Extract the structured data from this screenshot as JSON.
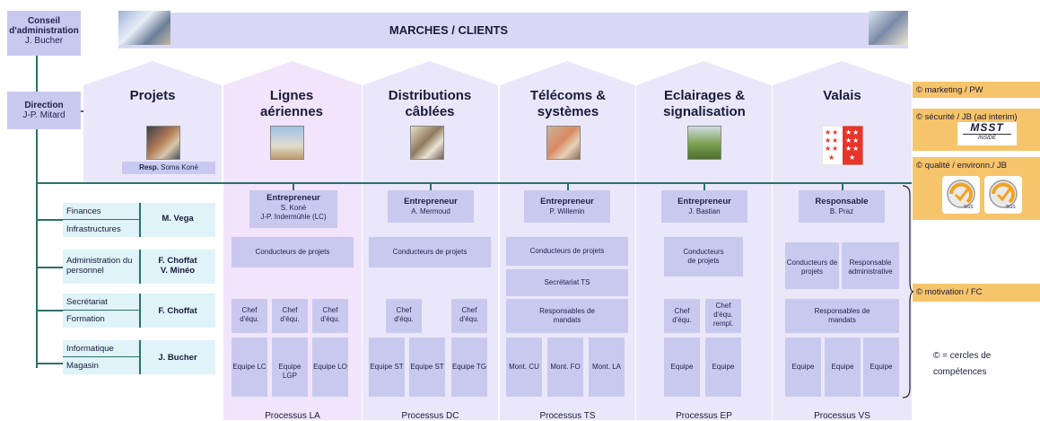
{
  "top": {
    "conseil_title": "Conseil d'administration",
    "conseil_name": "J. Bucher",
    "banner": "MARCHES / CLIENTS"
  },
  "direction": {
    "title": "Direction",
    "name": "J-P. Mitard"
  },
  "columns": [
    {
      "title": "Projets",
      "resp_bold": "Resp.",
      "resp_name": "Soma Koné"
    },
    {
      "title": "Lignes aériennes",
      "head_title": "Entrepreneur",
      "head_sub": "S. Koné\nJ-P. Indermühle (LC)",
      "conducteurs": "Conducteurs de projets",
      "chefs": [
        "Chef d'équ.",
        "Chef d'équ.",
        "Chef d'équ."
      ],
      "equipes": [
        "Equipe LC",
        "Equipe LGP",
        "Equipe LO"
      ],
      "process": "Processus LA"
    },
    {
      "title": "Distributions câblées",
      "head_title": "Entrepreneur",
      "head_sub": "A. Mermoud",
      "conducteurs": "Conducteurs de projets",
      "chefs": [
        "Chef d'équ.",
        "Chef d'équ."
      ],
      "equipes": [
        "Equipe ST",
        "Equipe ST",
        "Equipe TG"
      ],
      "process": "Processus DC"
    },
    {
      "title": "Télécoms & systèmes",
      "head_title": "Entrepreneur",
      "head_sub": "P. Willemin",
      "conducteurs": "Conducteurs de projets",
      "secretariat": "Secrétariat TS",
      "responsables": "Responsables de mandats",
      "equipes": [
        "Mont. CU",
        "Mont. FO",
        "Mont. LA"
      ],
      "process": "Processus TS"
    },
    {
      "title": "Eclairages & signalisation",
      "head_title": "Entrepreneur",
      "head_sub": "J. Bastian",
      "conducteurs": "Conducteurs de projets",
      "chefs": [
        "Chef d'équ.",
        "Chef d'équ. rempl."
      ],
      "equipes": [
        "Equipe",
        "Equipe"
      ],
      "process": "Processus EP"
    },
    {
      "title": "Valais",
      "head_title": "Responsable",
      "head_sub": "B. Praz",
      "conducteurs": "Conducteurs de projets",
      "resp_admin": "Responsable administrative",
      "responsables": "Responsables de mandats",
      "equipes": [
        "Equipe",
        "Equipe",
        "Equipe"
      ],
      "process": "Processus VS"
    }
  ],
  "services": [
    {
      "a": "Finances",
      "b": "Infrastructures",
      "person": "M. Vega"
    },
    {
      "a": "Administration du personnel",
      "b": "",
      "person": "F. Choffat\nV. Minéo"
    },
    {
      "a": "Secrétariat",
      "b": "Formation",
      "person": "F. Choffat"
    },
    {
      "a": "Informatique",
      "b": "Magasin",
      "person": "J. Bucher"
    }
  ],
  "cercles": [
    "© marketing / PW",
    "© sécurité / JB (ad interim)",
    "© qualité / environn./ JB",
    "© motivation / FC"
  ],
  "logos": {
    "msst": "MSST",
    "msst_sub": "INSIDE",
    "sgs": "SGS"
  },
  "legend": "© = cercles de compétences",
  "colors": {
    "lavender": "#c9c9f0",
    "orange": "#f6c46a",
    "teal_line": "#2f6f6a",
    "service_bg": "#dff3f9"
  }
}
